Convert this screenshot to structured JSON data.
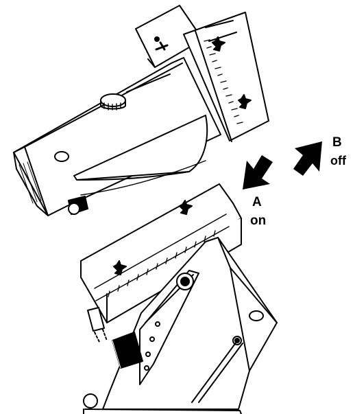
{
  "labels": {
    "a": "A",
    "a_state": "on",
    "b": "B",
    "b_state": "off"
  },
  "icons": {
    "arrow_a": "arrow-down-left-icon",
    "arrow_b": "arrow-up-right-icon"
  },
  "colors": {
    "ink": "#000000",
    "paper": "#ffffff"
  }
}
